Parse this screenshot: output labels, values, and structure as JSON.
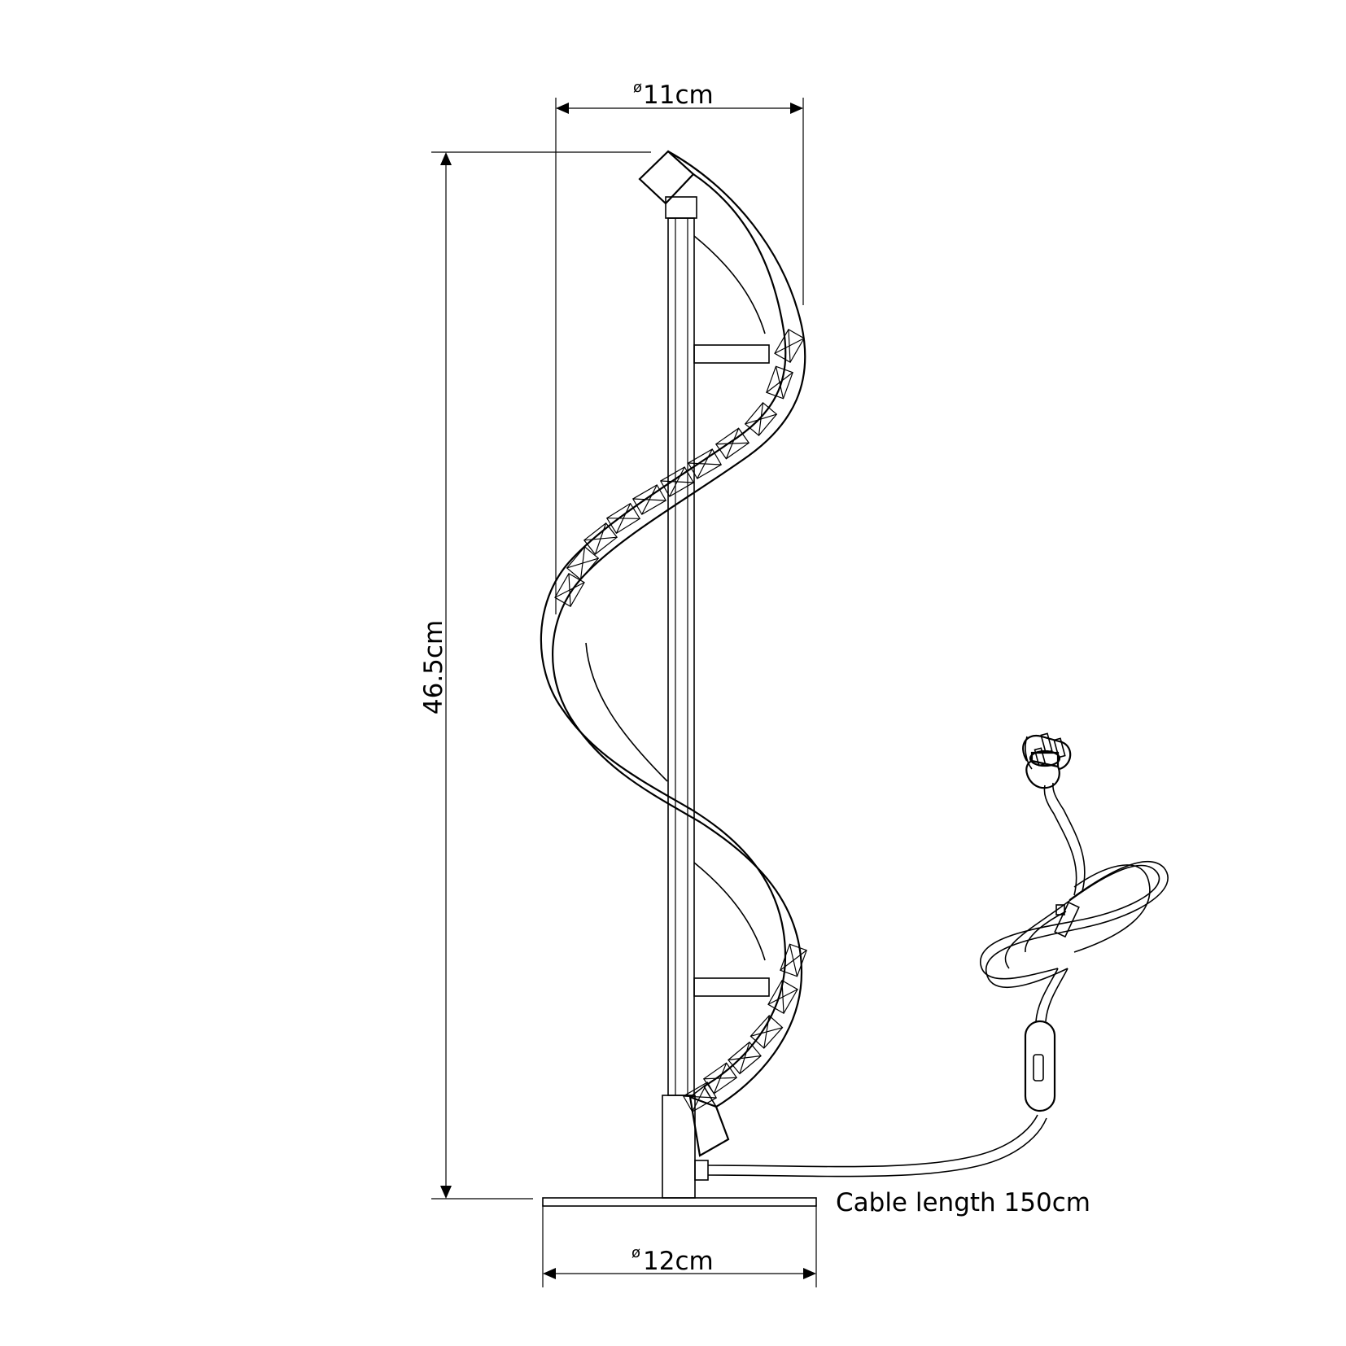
{
  "dimensions": {
    "top_diameter": {
      "symbol": "ø",
      "value": "11cm"
    },
    "height": "46.5cm",
    "base_diameter": {
      "symbol": "ø",
      "value": "12cm"
    },
    "cable": "Cable length 150cm"
  },
  "colors": {
    "line": "#000000",
    "background": "#ffffff"
  }
}
